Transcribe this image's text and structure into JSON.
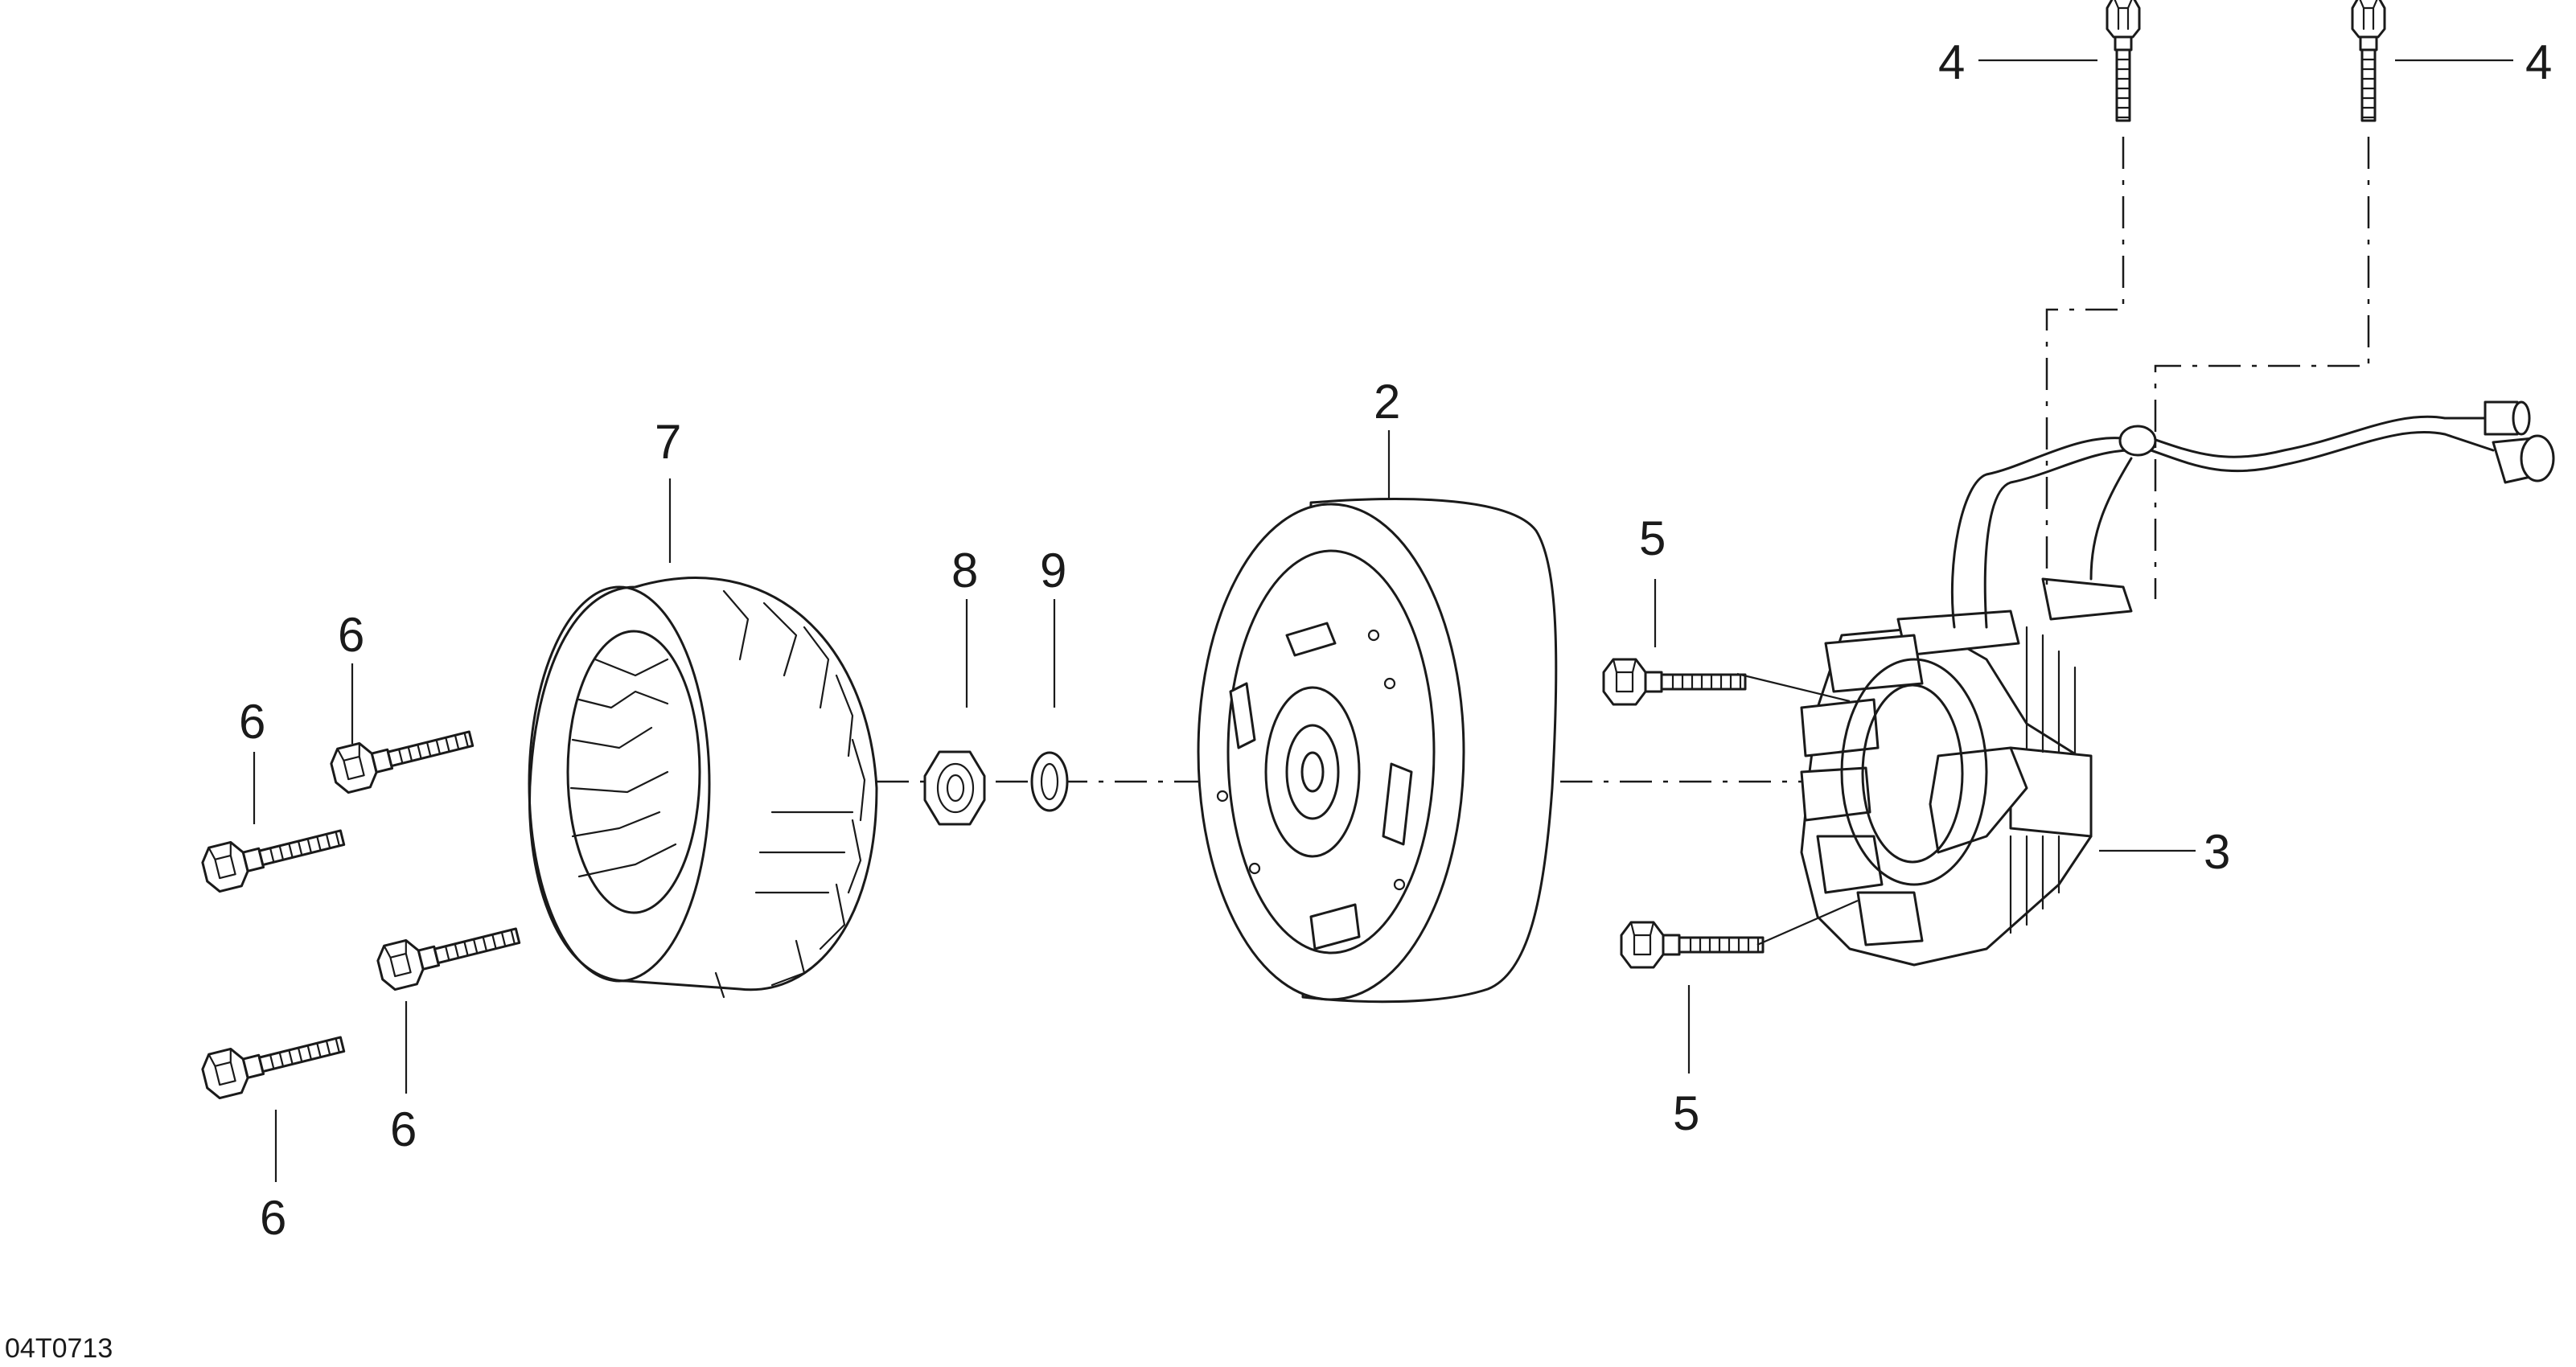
{
  "diagram_code": "04T0713",
  "callouts": {
    "part_2": "2",
    "part_3": "3",
    "part_4_left": "4",
    "part_4_right": "4",
    "part_5_top": "5",
    "part_5_bottom": "5",
    "part_6_a": "6",
    "part_6_b": "6",
    "part_6_c": "6",
    "part_6_d": "6",
    "part_7": "7",
    "part_8": "8",
    "part_9": "9"
  }
}
